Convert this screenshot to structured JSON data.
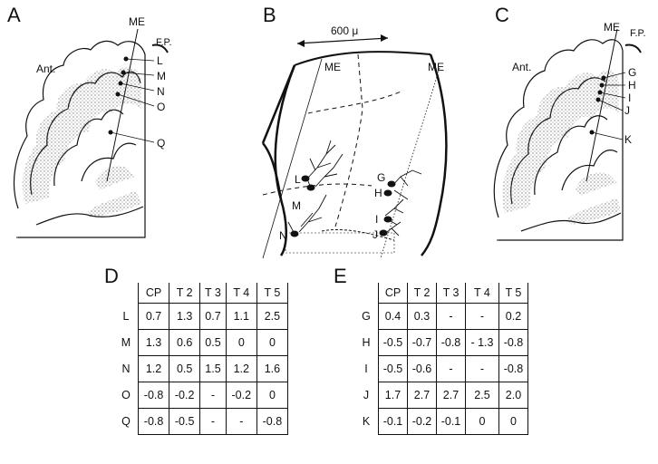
{
  "panels": {
    "a": {
      "label": "A",
      "ant": "Ant.",
      "me": "ME",
      "fp": "F.P.",
      "points": [
        "L",
        "M",
        "N",
        "O",
        "Q"
      ]
    },
    "b": {
      "label": "B",
      "scale": "600 μ",
      "me_left": "ME",
      "me_right": "ME",
      "cells_left": [
        "L",
        "M",
        "N"
      ],
      "cells_right": [
        "G",
        "H",
        "I",
        "J"
      ]
    },
    "c": {
      "label": "C",
      "ant": "Ant.",
      "me": "ME",
      "fp": "F.P.",
      "points": [
        "G",
        "H",
        "I",
        "J",
        "K"
      ]
    }
  },
  "table_d": {
    "label": "D",
    "headers": [
      "CP",
      "T 2",
      "T 3",
      "T 4",
      "T 5"
    ],
    "rows": [
      {
        "name": "L",
        "values": [
          "0.7",
          "1.3",
          "0.7",
          "1.1",
          "2.5"
        ]
      },
      {
        "name": "M",
        "values": [
          "1.3",
          "0.6",
          "0.5",
          "0",
          "0"
        ]
      },
      {
        "name": "N",
        "values": [
          "1.2",
          "0.5",
          "1.5",
          "1.2",
          "1.6"
        ]
      },
      {
        "name": "O",
        "values": [
          "-0.8",
          "-0.2",
          "-",
          "-0.2",
          "0"
        ]
      },
      {
        "name": "Q",
        "values": [
          "-0.8",
          "-0.5",
          "-",
          "-",
          "-0.8"
        ]
      }
    ]
  },
  "table_e": {
    "label": "E",
    "headers": [
      "CP",
      "T 2",
      "T 3",
      "T 4",
      "T 5"
    ],
    "rows": [
      {
        "name": "G",
        "values": [
          "0.4",
          "0.3",
          "-",
          "-",
          "0.2"
        ]
      },
      {
        "name": "H",
        "values": [
          "-0.5",
          "-0.7",
          "-0.8",
          "- 1.3",
          "-0.8"
        ]
      },
      {
        "name": "I",
        "values": [
          "-0.5",
          "-0.6",
          "-",
          "-",
          "-0.8"
        ]
      },
      {
        "name": "J",
        "values": [
          "1.7",
          "2.7",
          "2.7",
          "2.5",
          "2.0"
        ]
      },
      {
        "name": "K",
        "values": [
          "-0.1",
          "-0.2",
          "-0.1",
          "0",
          "0"
        ]
      }
    ]
  }
}
